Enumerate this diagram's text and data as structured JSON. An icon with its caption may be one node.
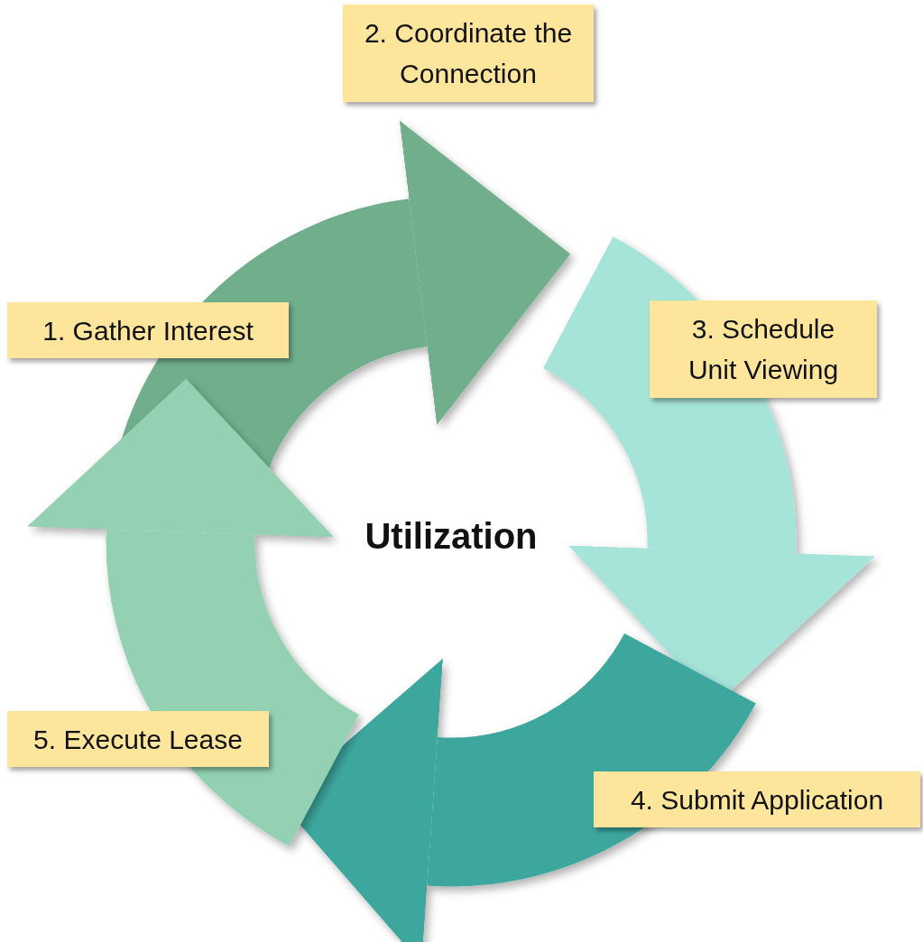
{
  "diagram": {
    "nodes": [
      {
        "text": [
          "1. Gather Interest"
        ]
      },
      {
        "text": [
          "2. Coordinate the Connection"
        ]
      },
      {
        "text": [
          "3. Schedule Unit Viewing"
        ]
      },
      {
        "text": [
          "4. Submit Application"
        ]
      },
      {
        "text": [
          "5. Execute Lease"
        ]
      },
      {
        "text": [
          "Utilization"
        ]
      }
    ]
  }
}
